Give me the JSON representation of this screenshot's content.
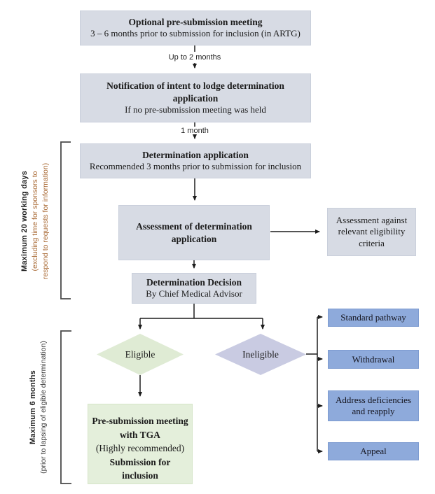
{
  "flow": {
    "box1": {
      "title": "Optional pre-submission meeting",
      "subtitle": "3 – 6 months prior to submission for inclusion (in ARTG)"
    },
    "edge1_label": "Up to 2 months",
    "box2": {
      "title": "Notification of intent to lodge determination application",
      "subtitle": "If no pre-submission meeting was held"
    },
    "edge2_label": "1 month",
    "box3": {
      "title": "Determination application",
      "subtitle": "Recommended 3 months prior to submission for inclusion"
    },
    "box4": {
      "title": "Assessment of determination application"
    },
    "side_box": {
      "text": "Assessment against relevant eligibility criteria"
    },
    "box5": {
      "title": "Determination Decision",
      "subtitle": "By Chief Medical Advisor"
    },
    "eligible_label": "Eligible",
    "ineligible_label": "Ineligible",
    "green_box": {
      "line1": "Pre-submission meeting with TGA",
      "line2": "(Highly recommended)",
      "line3": "Submission for inclusion"
    },
    "outcomes": [
      "Standard pathway",
      "Withdrawal",
      "Address deficiencies and reapply",
      "Appeal"
    ]
  },
  "brackets": {
    "working_days": {
      "title": "Maximum 20 working days",
      "note_line1": "(excluding time for sponsors to",
      "note_line2": "respond to requests for information)"
    },
    "six_months": {
      "title": "Maximum 6 months",
      "note": "(prior to lapsing of eligible determination)"
    }
  },
  "colors": {
    "node_fill": "#d7dbe4",
    "eligible_fill": "#dfebd4",
    "ineligible_fill": "#c9cbe2",
    "outcome_fill": "#8eaadb",
    "green_box_fill": "#e4efdb",
    "note_text": "#a96a35",
    "line": "#1c1c1c",
    "bracket": "#4a4a4a"
  }
}
